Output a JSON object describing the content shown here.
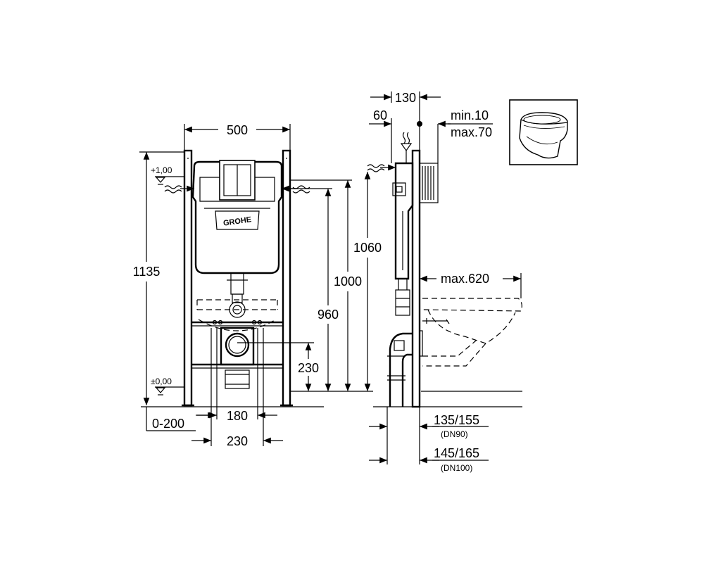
{
  "front_view": {
    "width": "500",
    "height_total": "1135",
    "level_top": "+1,00",
    "level_floor": "±0,00",
    "height_1060": "1060",
    "height_1000": "1000",
    "height_960": "960",
    "height_230": "230",
    "width_180": "180",
    "width_230": "230",
    "offset_range": "0-200",
    "brand": "GROHE"
  },
  "side_view": {
    "depth_130": "130",
    "depth_60": "60",
    "wall_min": "min.10",
    "wall_max": "max.70",
    "projection_max": "max.620",
    "pipe_dn90": "135/155",
    "pipe_dn90_label": "(DN90)",
    "pipe_dn100": "145/165",
    "pipe_dn100_label": "(DN100)"
  }
}
